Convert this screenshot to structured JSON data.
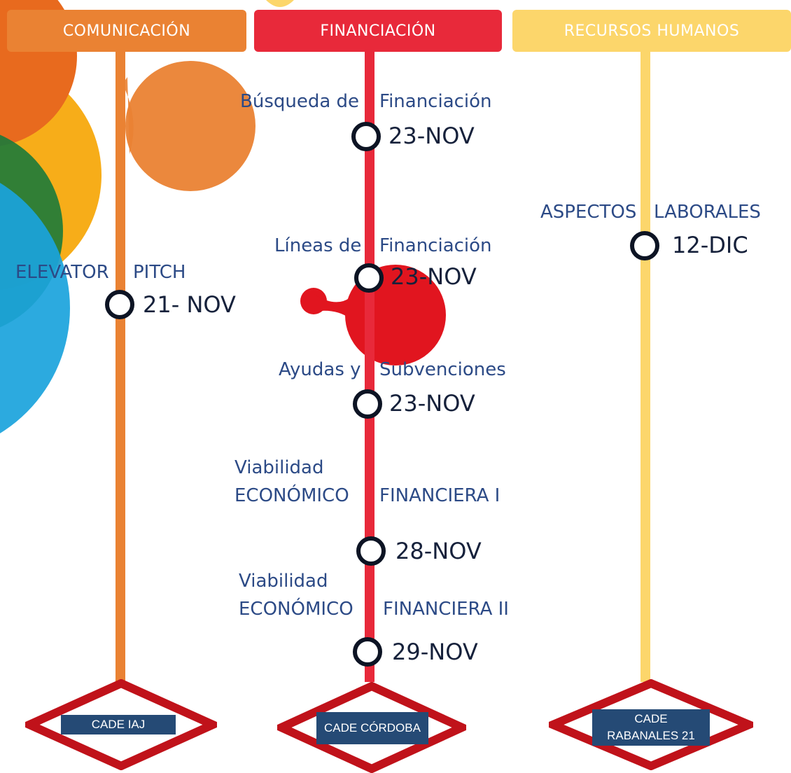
{
  "colors": {
    "comunicacion": "#ea8233",
    "financiacion": "#e8293a",
    "rrhh": "#fcd66b",
    "plaque": "#254a75",
    "diamond": "#c0121a",
    "label_text": "#2c4a86",
    "date_text": "#16213b"
  },
  "headers": {
    "comunicacion": "COMUNICACIÓN",
    "financiacion": "FINANCIACIÓN",
    "rrhh": "RECURSOS HUMANOS"
  },
  "comunicacion": {
    "elevator": {
      "label_a": "ELEVATOR",
      "label_b": "PITCH",
      "date": "21- NOV"
    }
  },
  "financiacion": {
    "busqueda": {
      "label_a": "Búsqueda de",
      "label_b": "Financiación",
      "date": "23-NOV"
    },
    "lineas": {
      "label_a": "Líneas de",
      "label_b": "Financiación",
      "date": "23-NOV"
    },
    "ayudas": {
      "label_a": "Ayudas y",
      "label_b": "Subvenciones",
      "date": "23-NOV"
    },
    "viabilidad1": {
      "label_a1": "Viabilidad",
      "label_a2": "ECONÓMICO",
      "label_b": "FINANCIERA I",
      "date": "28-NOV"
    },
    "viabilidad2": {
      "label_a1": "Viabilidad",
      "label_a2": "ECONÓMICO",
      "label_b": "FINANCIERA II",
      "date": "29-NOV"
    }
  },
  "rrhh": {
    "aspectos": {
      "label_a": "ASPECTOS",
      "label_b": "LABORALES",
      "date": "12-DIC"
    }
  },
  "stations": {
    "iaj": "CADE IAJ",
    "cordoba": "CADE CÓRDOBA",
    "rabanales_1": "CADE",
    "rabanales_2": "RABANALES 21"
  }
}
